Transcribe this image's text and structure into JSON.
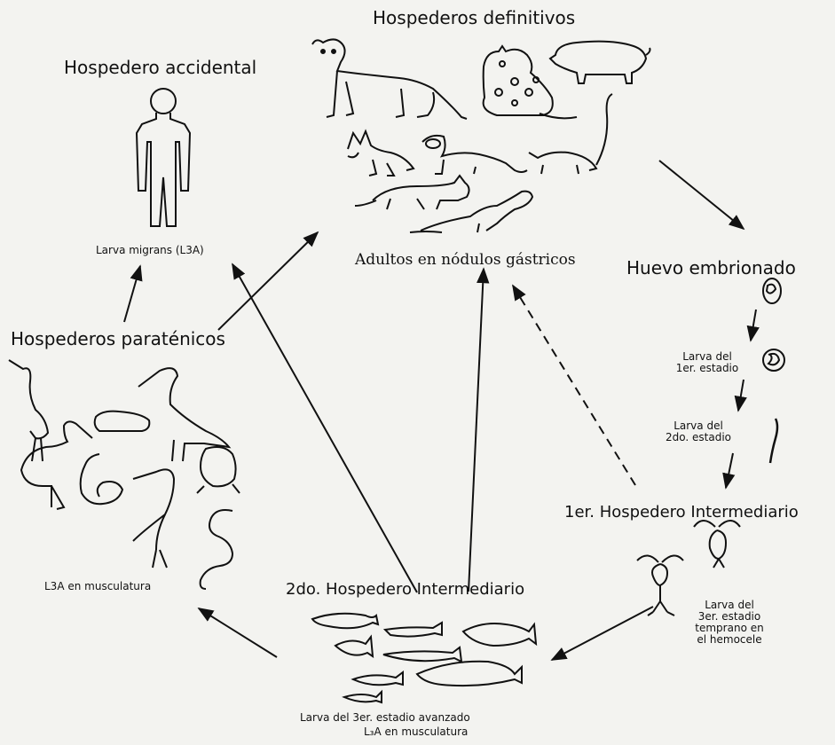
{
  "labels": {
    "definitive_hosts": "Hospederos definitivos",
    "accidental_host": "Hospedero accidental",
    "larva_migrans": "Larva migrans (L3A)",
    "adults": "Adultos en nódulos gástricos",
    "egg": "Huevo embrionado",
    "larva_1": [
      "Larva del",
      "1er. estadio"
    ],
    "larva_2": [
      "Larva del",
      "2do. estadio"
    ],
    "paratenic_hosts": "Hospederos paraténicos",
    "first_intermediate": "1er. Hospedero Intermediario",
    "larva_3_early": [
      "Larva del",
      "3er. estadio",
      "temprano en",
      "el hemocele"
    ],
    "l3a_muscle": "L3A en musculatura",
    "second_intermediate": "2do. Hospedero Intermediario",
    "larva_3_advanced": "Larva del 3er. estadio avanzado",
    "l3a_muscle_bottom": "L₃A en musculatura"
  }
}
